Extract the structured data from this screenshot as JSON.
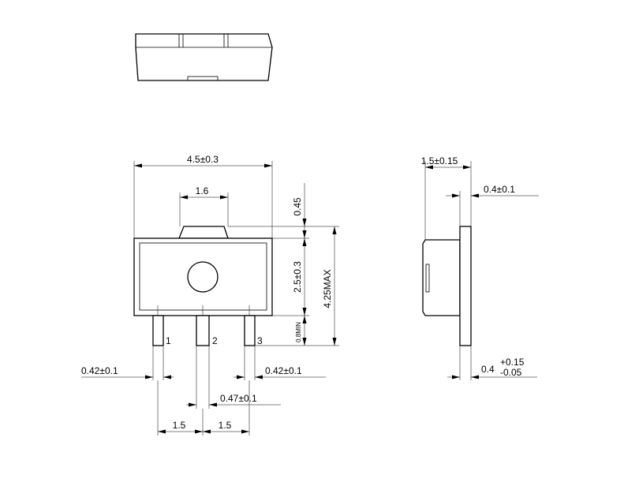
{
  "dimensions": {
    "body_width": "4.5±0.3",
    "tab_width": "1.6",
    "tab_height": "0.45",
    "body_height": "2.5±0.3",
    "total_height": "4.25MAX",
    "lead_length": "0.8MIN",
    "thickness": "1.5±0.15",
    "lead_thickness": "0.4±0.1",
    "lead_width_left": "0.42±0.1",
    "lead_width_right": "0.42±0.1",
    "lead_width_center": "0.47±0.1",
    "pitch_left": "1.5",
    "pitch_right": "1.5",
    "tab_thickness_value": "0.4",
    "tab_thickness_tol_plus": "+0.15",
    "tab_thickness_tol_minus": "-0.05"
  },
  "pins": [
    "1",
    "2",
    "3"
  ]
}
